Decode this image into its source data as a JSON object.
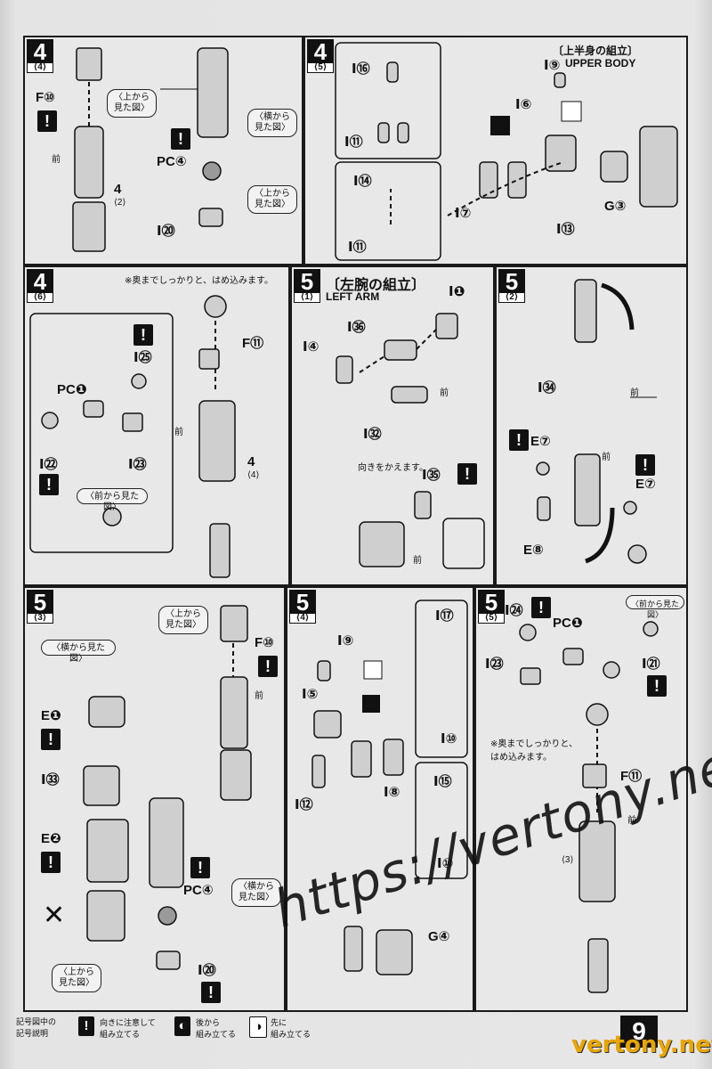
{
  "page_number": "9",
  "panels": [
    {
      "id": "p1",
      "step": "4",
      "sub": "⟨4⟩",
      "texts": {
        "top_view": "〈上から\n見た図〉",
        "side_view": "〈横から\n見た図〉",
        "top_view2": "〈上から\n見た図〉",
        "front": "前",
        "f10": "F⑩",
        "pc4": "PC④",
        "i20": "Ⅰ⑳",
        "ref": "4",
        "ref_sub": "⟨2⟩"
      }
    },
    {
      "id": "p2",
      "step": "4",
      "sub": "⟨5⟩",
      "texts": {
        "title": "〔上半身の組立〕",
        "title_en": "UPPER BODY",
        "i16": "Ⅰ⑯",
        "i11a": "Ⅰ⑪",
        "i14": "Ⅰ⑭",
        "i11b": "Ⅰ⑪",
        "i9": "Ⅰ⑨",
        "i6": "Ⅰ⑥",
        "i7": "Ⅰ⑦",
        "i13": "Ⅰ⑬",
        "g3": "G③"
      }
    },
    {
      "id": "p3",
      "step": "4",
      "sub": "⟨6⟩",
      "texts": {
        "note": "※奥までしっかりと、はめ込みます。",
        "i25": "Ⅰ㉕",
        "pc1": "PC❶",
        "i22": "Ⅰ㉒",
        "i23": "Ⅰ㉓",
        "front_view": "〈前から見た図〉",
        "f11": "F⑪",
        "front": "前",
        "ref": "4",
        "ref_sub": "⟨4⟩"
      }
    },
    {
      "id": "p4",
      "step": "5",
      "sub": "⟨1⟩",
      "texts": {
        "title": "〔左腕の組立〕",
        "title_en": "LEFT ARM",
        "i1": "Ⅰ❶",
        "i4": "Ⅰ④",
        "i36": "Ⅰ㊱",
        "i32": "Ⅰ㉜",
        "front": "前",
        "note": "向きをかえます。",
        "i35": "Ⅰ㉟",
        "front2": "前"
      }
    },
    {
      "id": "p5",
      "step": "5",
      "sub": "⟨2⟩",
      "texts": {
        "i34": "Ⅰ㉞",
        "front": "前",
        "front2": "前",
        "e7a": "E⑦",
        "e7b": "E⑦",
        "e8": "E⑧"
      }
    },
    {
      "id": "p6",
      "step": "5",
      "sub": "⟨3⟩",
      "texts": {
        "top_view": "〈上から\n見た図〉",
        "side_view": "〈横から見た図〉",
        "f10": "F⑩",
        "front": "前",
        "e1": "E❶",
        "i33": "Ⅰ㉝",
        "e2": "E❷",
        "x": "✕",
        "pc4": "PC④",
        "side_view2": "〈横から\n見た図〉",
        "top_view2": "〈上から\n見た図〉",
        "i20": "Ⅰ⑳"
      }
    },
    {
      "id": "p7",
      "step": "5",
      "sub": "⟨4⟩",
      "texts": {
        "i9": "Ⅰ⑨",
        "i5": "Ⅰ⑤",
        "i17": "Ⅰ⑰",
        "i10a": "Ⅰ⑩",
        "i12": "Ⅰ⑫",
        "i8": "Ⅰ⑧",
        "i15": "Ⅰ⑮",
        "i10b": "Ⅰ⑩",
        "g4": "G④"
      }
    },
    {
      "id": "p8",
      "step": "5",
      "sub": "⟨5⟩",
      "texts": {
        "i24": "Ⅰ㉔",
        "pc1": "PC❶",
        "front_view": "〈前から見た図〉",
        "i23": "Ⅰ㉓",
        "i21": "Ⅰ㉑",
        "note": "※奥までしっかりと、\nはめ込みます。",
        "f11": "F⑪",
        "front": "前",
        "ref_sub": "⟨3⟩"
      }
    }
  ],
  "legend": {
    "title": "記号図中の\n記号説明",
    "items": [
      {
        "icon": "!",
        "text": "向きに注意して\n組み立てる"
      },
      {
        "icon": "◐",
        "text": "後から\n組み立てる"
      },
      {
        "icon": "◑",
        "text": "先に\n組み立てる"
      }
    ]
  },
  "watermark": "https://vertony.net/",
  "watermark2": "vertony.net"
}
